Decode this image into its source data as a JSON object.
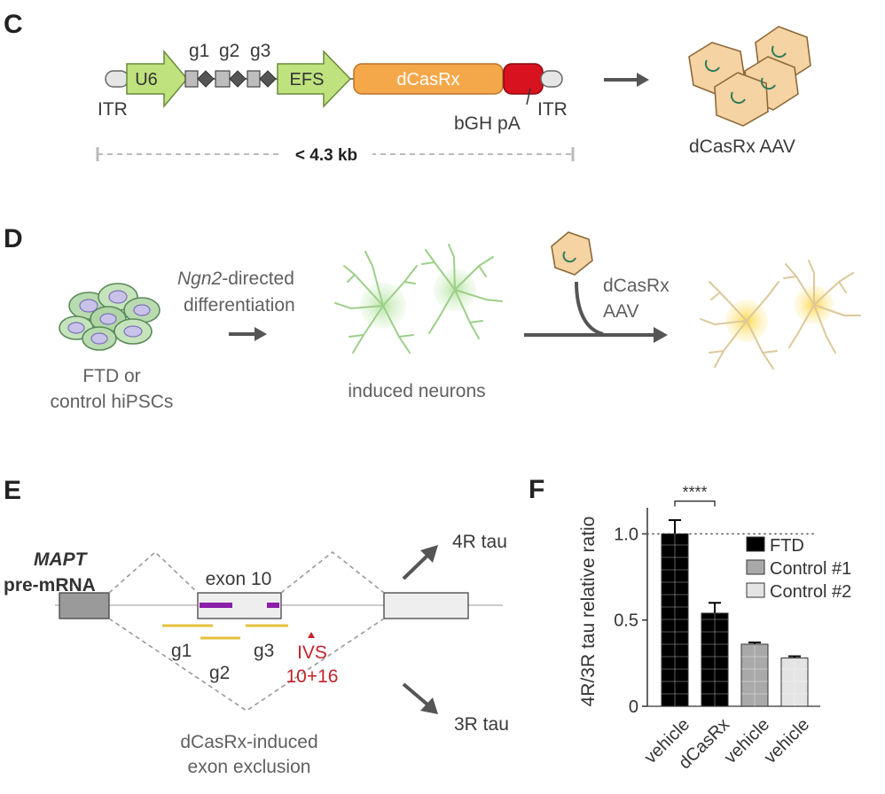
{
  "panel_c": {
    "letter": "C",
    "left_itr": "ITR",
    "u6": "U6",
    "g1": "g1",
    "g2": "g2",
    "g3": "g3",
    "efs": "EFS",
    "dcasrx": "dCasRx",
    "bgh_pa": "bGH pA",
    "right_itr": "ITR",
    "size": "< 4.3 kb",
    "aav_label": "dCasRx AAV"
  },
  "panel_d": {
    "letter": "D",
    "cells_line1": "FTD or",
    "cells_line2": "control hiPSCs",
    "step_italic": "Ngn2",
    "step_rest": "-directed",
    "step_line2": "differentiation",
    "neurons": "induced neurons",
    "aav_line1": "dCasRx",
    "aav_line2": "AAV"
  },
  "panel_e": {
    "letter": "E",
    "gene": "MAPT",
    "premrna": "pre-mRNA",
    "exon": "exon 10",
    "g1": "g1",
    "g2": "g2",
    "g3": "g3",
    "ivs_line1": "IVS",
    "ivs_line2": "10+16",
    "out_4r": "4R tau",
    "out_3r": "3R tau",
    "caption_line1": "dCasRx-induced",
    "caption_line2": "exon exclusion"
  },
  "colors": {
    "u6_efs": "#bfe27e",
    "dcasrx": "#f5a84a",
    "bgh_pa": "#d8121f",
    "aav_capsid": "#f6d3a2",
    "guide_purple": "#8a1fa8",
    "guide_yellow": "#e3c13b",
    "ivs_red": "#c4242b",
    "ftd_bar": "#000000",
    "control1_bar": "#a9a9a9",
    "control2_bar": "#e4e4e4"
  },
  "chart_data": {
    "type": "bar",
    "panel_letter": "F",
    "categories": [
      "vehicle",
      "dCasRx",
      "vehicle",
      "vehicle"
    ],
    "values": [
      1.0,
      0.54,
      0.36,
      0.28
    ],
    "errors": [
      0.08,
      0.06,
      0.01,
      0.01
    ],
    "series_of_bar": [
      "FTD",
      "FTD",
      "Control #1",
      "Control #2"
    ],
    "legend": [
      "FTD",
      "Control #1",
      "Control #2"
    ],
    "ylabel": "4R/3R tau relative ratio",
    "yticks": [
      "0",
      "0.5",
      "1.0"
    ],
    "ylim": [
      0,
      1.1
    ],
    "reference_line": 1.0,
    "significance": "****",
    "legend_position": "top-right"
  }
}
